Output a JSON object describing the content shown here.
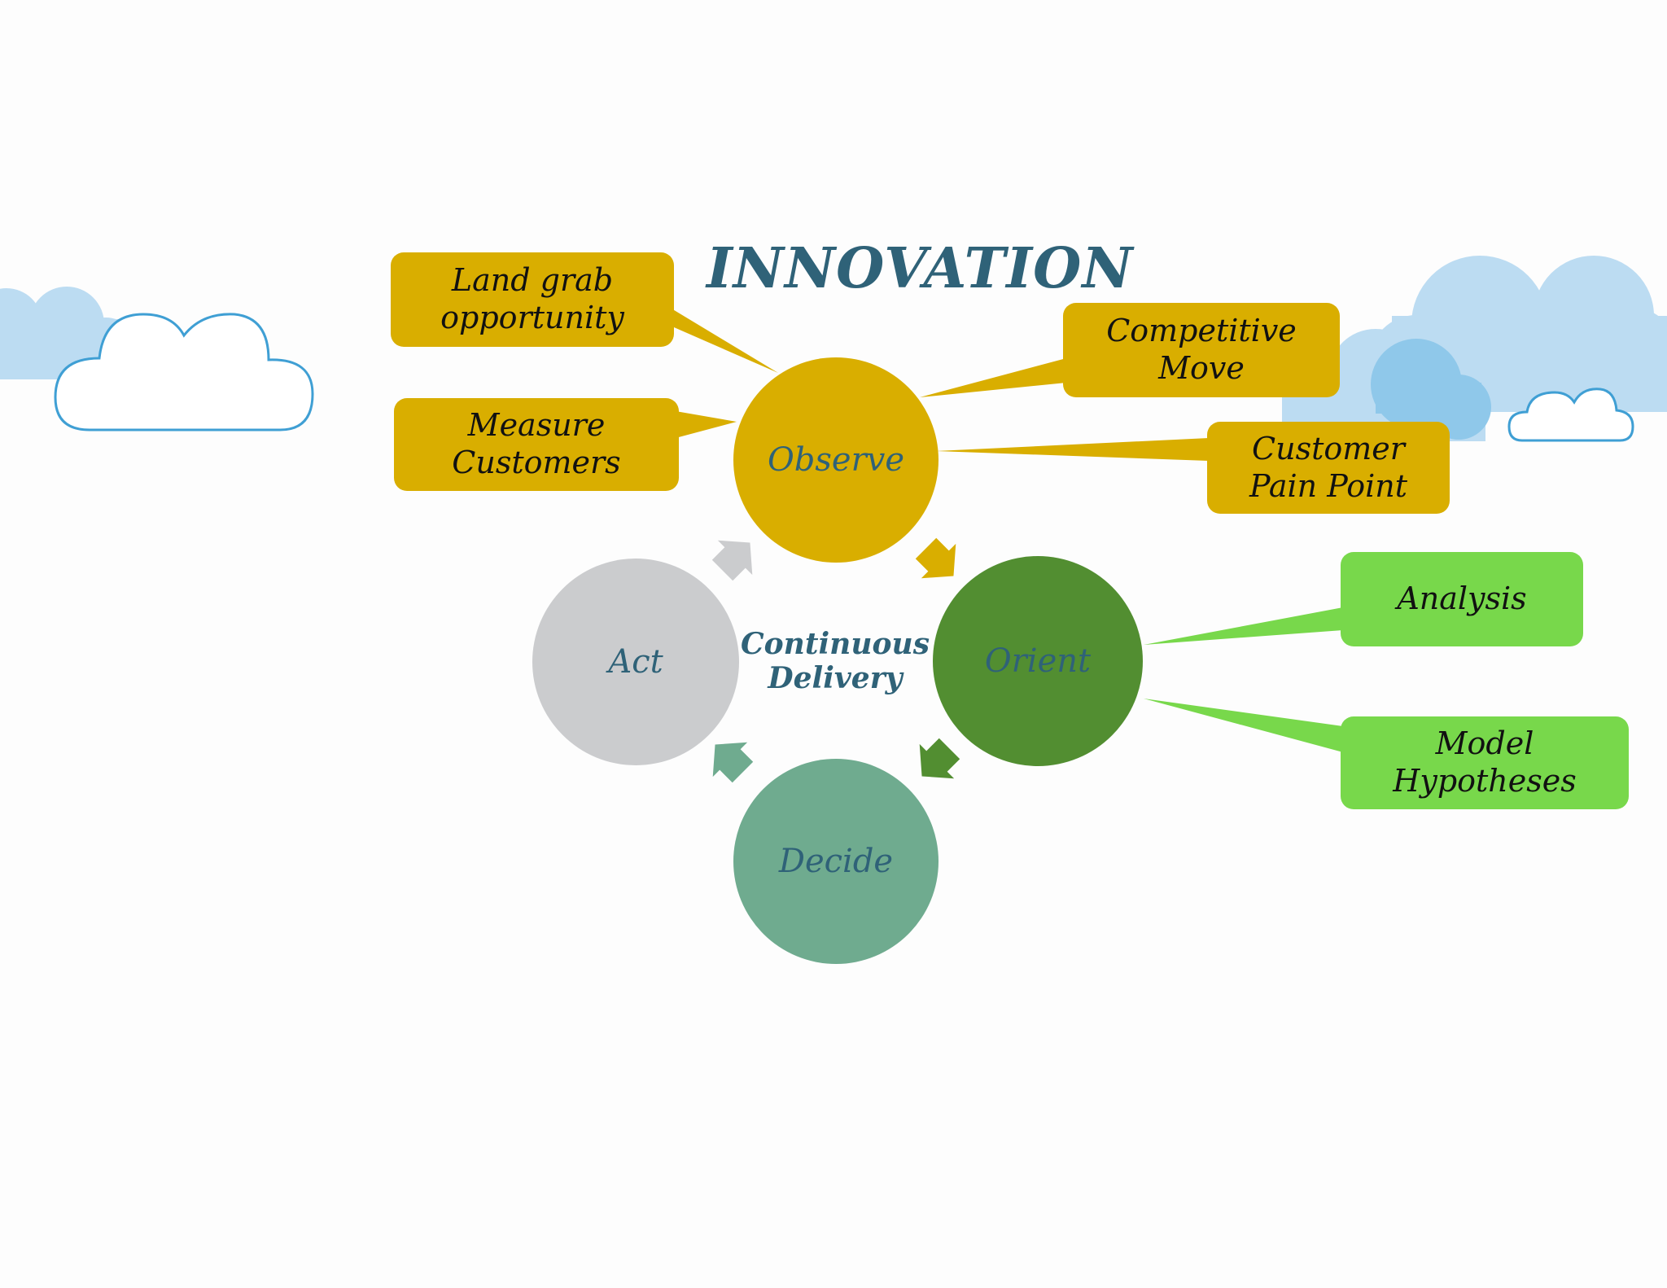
{
  "title": "INNOVATION",
  "center_label": "Continuous Delivery",
  "stages": {
    "observe": "Observe",
    "orient": "Orient",
    "decide": "Decide",
    "act": "Act"
  },
  "observe_callouts": {
    "land_grab": "Land grab opportunity",
    "measure_customers": "Measure Customers",
    "competitive_move": "Competitive Move",
    "customer_pain_point": "Customer Pain Point"
  },
  "orient_callouts": {
    "analysis": "Analysis",
    "model_hypotheses": "Model Hypotheses"
  },
  "colors": {
    "observe": "#d9ae00",
    "orient": "#528e31",
    "decide": "#6fab8f",
    "act": "#cbccce",
    "orient_callout": "#78d84b",
    "title_text": "#2f6278",
    "cloud_fill": "#bcdcf2",
    "cloud_outline": "#3f9fd4"
  }
}
